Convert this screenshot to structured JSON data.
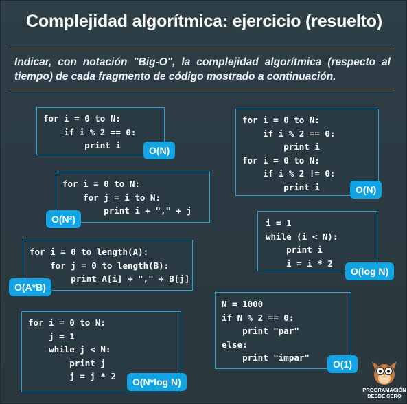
{
  "title": "Complejidad algorítmica: ejercicio (resuelto)",
  "intro": "Indicar, con notación \"Big-O\", la complejidad algorítmica (respecto al tiempo) de cada fragmento de código mostrado a continuación.",
  "snippets": [
    {
      "code": "for i = 0 to N:\n    if i % 2 == 0:\n        print i",
      "complexity": "O(N)"
    },
    {
      "code": "for i = 0 to N:\n    if i % 2 == 0:\n        print i\nfor i = 0 to N:\n    if i % 2 != 0:\n        print i",
      "complexity": "O(N)"
    },
    {
      "code": "for i = 0 to N:\n    for j = i to N:\n        print i + \",\" + j",
      "complexity": "O(N²)"
    },
    {
      "code": "i = 1\nwhile (i < N):\n    print i\n    i = i * 2",
      "complexity": "O(log N)"
    },
    {
      "code": "for i = 0 to length(A):\n    for j = 0 to length(B):\n        print A[i] + \",\" + B[j]",
      "complexity": "O(A*B)"
    },
    {
      "code": "N = 1000\nif N % 2 == 0:\n    print \"par\"\nelse:\n    print \"impar\"",
      "complexity": "O(1)"
    },
    {
      "code": "for i = 0 to N:\n    j = 1\n    while j < N:\n        print j\n        j = j * 2",
      "complexity": "O(N*log N)"
    }
  ],
  "logo": {
    "line1": "PROGRAMACIÓN",
    "line2": "DESDE CERO",
    "icon": "owl-mascot-icon"
  }
}
